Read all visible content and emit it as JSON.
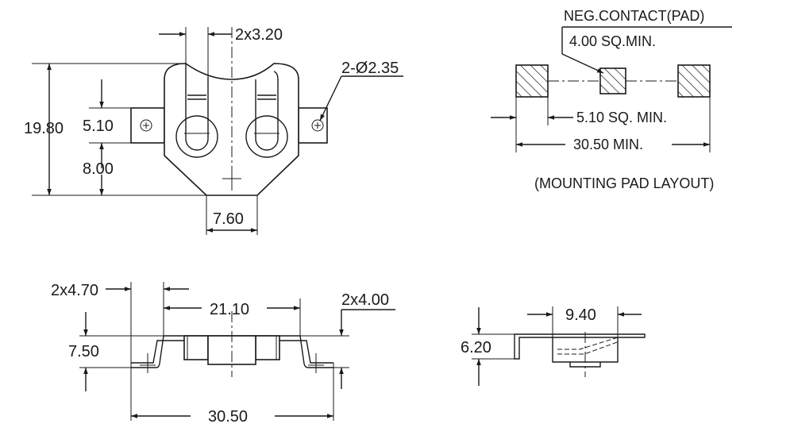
{
  "top_view": {
    "dim_slot_width": "2x3.20",
    "dim_hole": "2-Ø2.35",
    "dim_overall_height": "19.80",
    "dim_tab_height": "5.10",
    "dim_lower_offset": "8.00",
    "dim_bottom_width": "7.60"
  },
  "pad_layout": {
    "neg_contact_label": "NEG.CONTACT(PAD)",
    "neg_contact_size": "4.00 SQ.MIN.",
    "pad_size": "5.10 SQ. MIN.",
    "overall_span": "30.50 MIN.",
    "caption": "(MOUNTING PAD LAYOUT)"
  },
  "front_view": {
    "dim_left_foot": "2x4.70",
    "dim_inner_span": "21.10",
    "dim_right_foot": "2x4.00",
    "dim_height": "7.50",
    "dim_overall_width": "30.50"
  },
  "side_view": {
    "dim_width": "9.40",
    "dim_height": "6.20"
  }
}
